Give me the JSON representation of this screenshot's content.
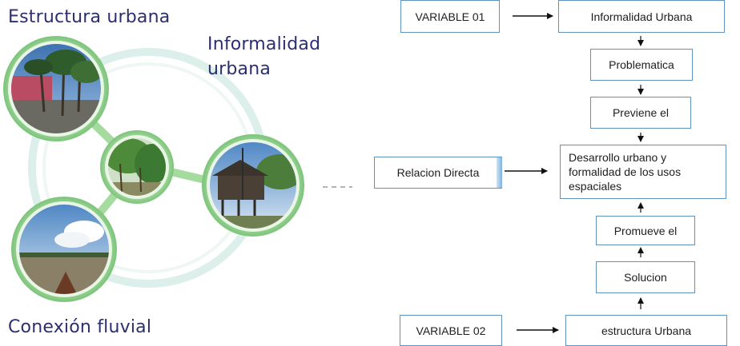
{
  "left_graphic": {
    "labels": {
      "estructura": "Estructura urbana",
      "informalidad_line1": "Informalidad",
      "informalidad_line2": "urbana",
      "conexion": "Conexión fluvial"
    },
    "colors": {
      "ring_green": "#8fd08a",
      "ring_light": "#d6efe8",
      "label_text": "#2b2f6e"
    }
  },
  "flow": {
    "variable1": "VARIABLE 01",
    "variable2": "VARIABLE 02",
    "informalidad": "Informalidad Urbana",
    "problematica": "Problematica",
    "previene": "Previene el",
    "desarrollo_line1": "Desarrollo urbano y",
    "desarrollo_line2": "formalidad de los usos",
    "desarrollo_line3": "espaciales",
    "relacion": "Relacion Directa",
    "promueve": "Promueve el",
    "solucion": "Solucion",
    "estructura": "estructura Urbana",
    "colors": {
      "border": "#5f93bf",
      "arrow": "#111111"
    }
  }
}
